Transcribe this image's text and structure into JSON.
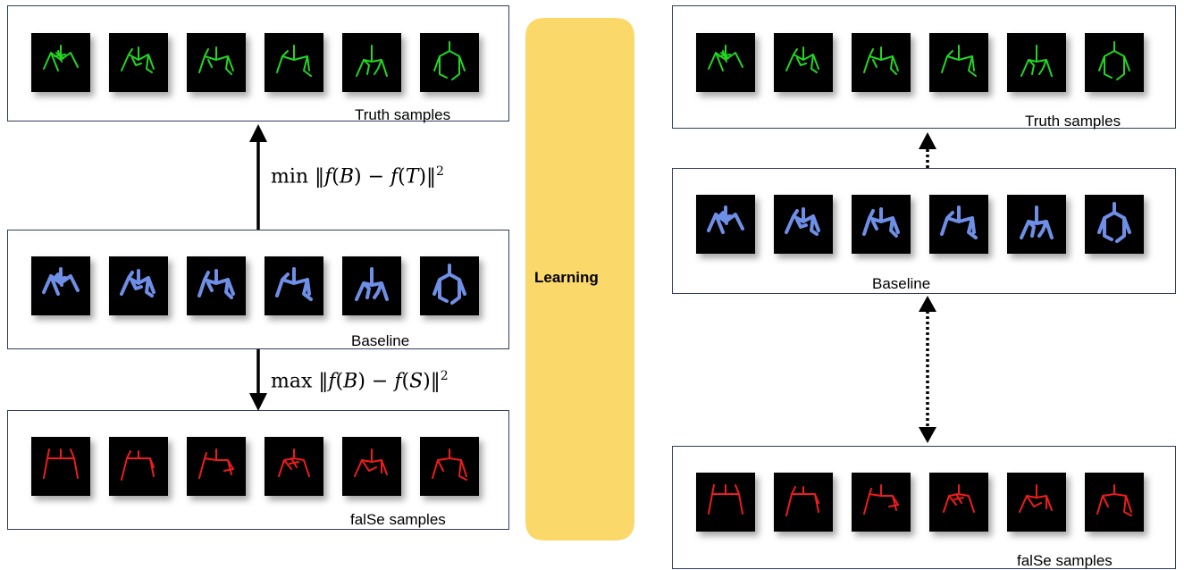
{
  "colors": {
    "truth": "#22d622",
    "baseline": "#6f8fe6",
    "false": "#ee1c1c",
    "learning": "#fad86a",
    "panel_border": "#2f3d5c"
  },
  "learning": {
    "label": "Learning"
  },
  "left": {
    "truth_label": "Truth samples",
    "baseline_label": "Baseline",
    "false_label": "falSe samples",
    "min_formula": {
      "op": "min",
      "f": "f",
      "a": "B",
      "b": "T",
      "exp": "2"
    },
    "max_formula": {
      "op": "max",
      "f": "f",
      "a": "B",
      "b": "S",
      "exp": "2"
    }
  },
  "right": {
    "truth_label": "Truth samples",
    "baseline_label": "Baseline",
    "false_label": "falSe samples"
  },
  "rows": {
    "truth_left": {
      "kind": "truth",
      "count": 6
    },
    "baseline_left": {
      "kind": "baseline",
      "count": 6
    },
    "false_left": {
      "kind": "false",
      "count": 6
    },
    "truth_right": {
      "kind": "truth",
      "count": 6
    },
    "baseline_right": {
      "kind": "baseline",
      "count": 6
    },
    "false_right": {
      "kind": "false",
      "count": 6
    }
  }
}
